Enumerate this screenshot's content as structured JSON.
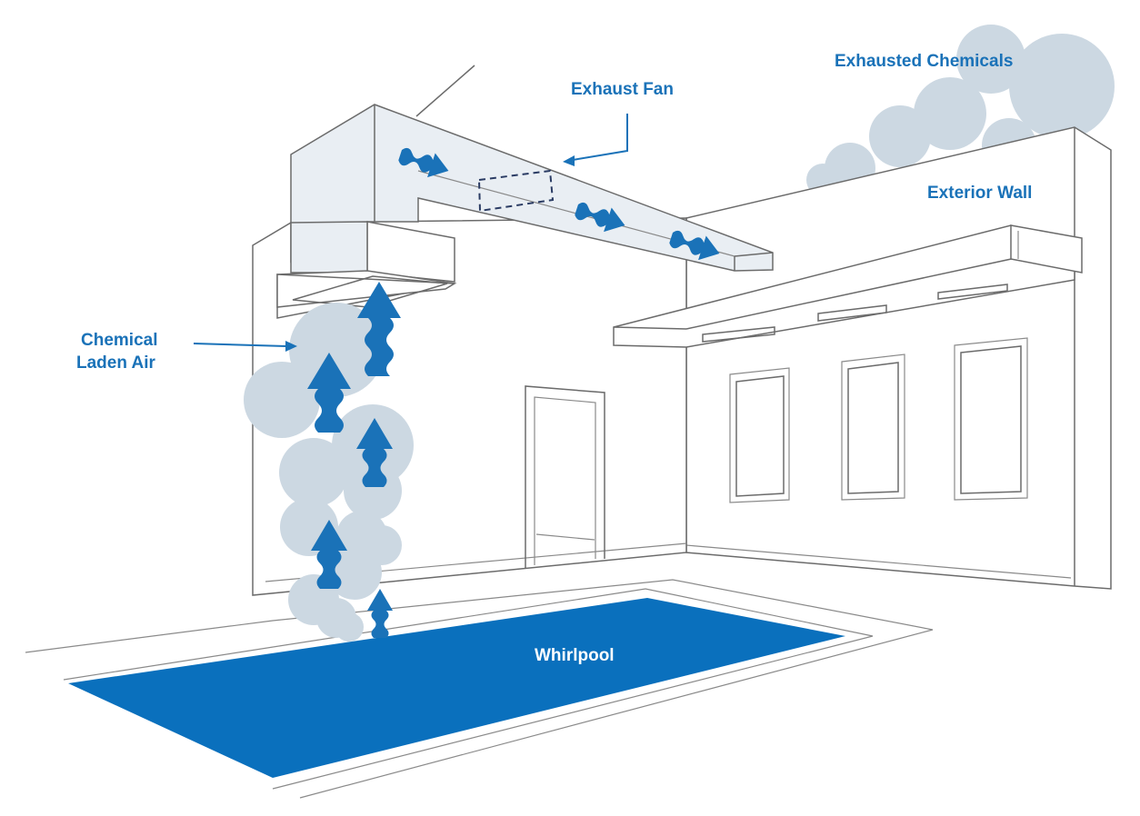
{
  "labels": {
    "exhaust_fan": "Exhaust Fan",
    "exhausted_chemicals": "Exhausted Chemicals",
    "exterior_wall": "Exterior Wall",
    "chemical_laden_air_line1": "Chemical",
    "chemical_laden_air_line2": "Laden Air",
    "whirlpool": "Whirlpool"
  },
  "colors": {
    "accent": "#1a72b8",
    "pool": "#0a70bd",
    "cloud": "#ccd8e2",
    "duct": "#e9eef3",
    "line": "#6b6b6b"
  },
  "icons": [
    "up-arrow-icon",
    "right-arrow-icon",
    "exhaust-fan-icon"
  ]
}
